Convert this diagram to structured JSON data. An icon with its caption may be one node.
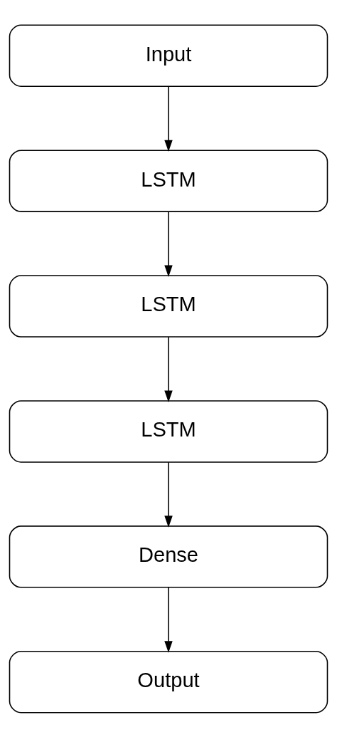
{
  "diagram": {
    "nodes": [
      {
        "text": [
          "Input"
        ]
      },
      {
        "text": [
          "LSTM"
        ]
      },
      {
        "text": [
          "LSTM"
        ]
      },
      {
        "text": [
          "LSTM"
        ]
      },
      {
        "text": [
          "Dense"
        ]
      },
      {
        "text": [
          "Output"
        ]
      }
    ],
    "edges": [
      {
        "from": 0,
        "to": 1,
        "arrow": "to"
      },
      {
        "from": 1,
        "to": 2,
        "arrow": "to"
      },
      {
        "from": 2,
        "to": 3,
        "arrow": "to"
      },
      {
        "from": 3,
        "to": 4,
        "arrow": "to"
      },
      {
        "from": 4,
        "to": 5,
        "arrow": "to"
      }
    ]
  }
}
